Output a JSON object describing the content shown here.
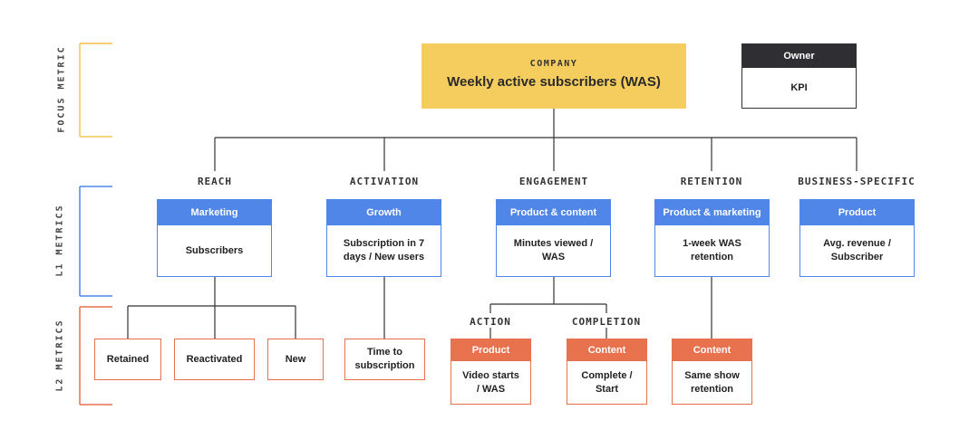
{
  "bands": {
    "focus": "FOCUS METRIC",
    "l1": "L1 METRICS",
    "l2": "L2 METRICS"
  },
  "company": {
    "caption": "COMPANY",
    "title": "Weekly active subscribers (WAS)"
  },
  "legend": {
    "owner": "Owner",
    "kpi": "KPI"
  },
  "l1": [
    {
      "category": "REACH",
      "owner": "Marketing",
      "kpi": "Subscribers"
    },
    {
      "category": "ACTIVATION",
      "owner": "Growth",
      "kpi": "Subscription in 7 days / New users"
    },
    {
      "category": "ENGAGEMENT",
      "owner": "Product & content",
      "kpi": "Minutes viewed / WAS"
    },
    {
      "category": "RETENTION",
      "owner": "Product & marketing",
      "kpi": "1-week WAS retention"
    },
    {
      "category": "BUSINESS-SPECIFIC",
      "owner": "Product",
      "kpi": "Avg. revenue / Subscriber"
    }
  ],
  "l2": {
    "action_label": "ACTION",
    "completion_label": "COMPLETION",
    "retained": "Retained",
    "reactivated": "Reactivated",
    "new": "New",
    "time_to_sub": "Time to subscription",
    "video_starts": {
      "owner": "Product",
      "kpi": "Video starts / WAS"
    },
    "complete_start": {
      "owner": "Content",
      "kpi": "Complete / Start"
    },
    "same_show": {
      "owner": "Content",
      "kpi": "Same show retention"
    }
  },
  "colors": {
    "company": "#f5cd5f",
    "l1": "#4f86e8",
    "l2": "#e8714e",
    "legend_header": "#2f2f33"
  }
}
